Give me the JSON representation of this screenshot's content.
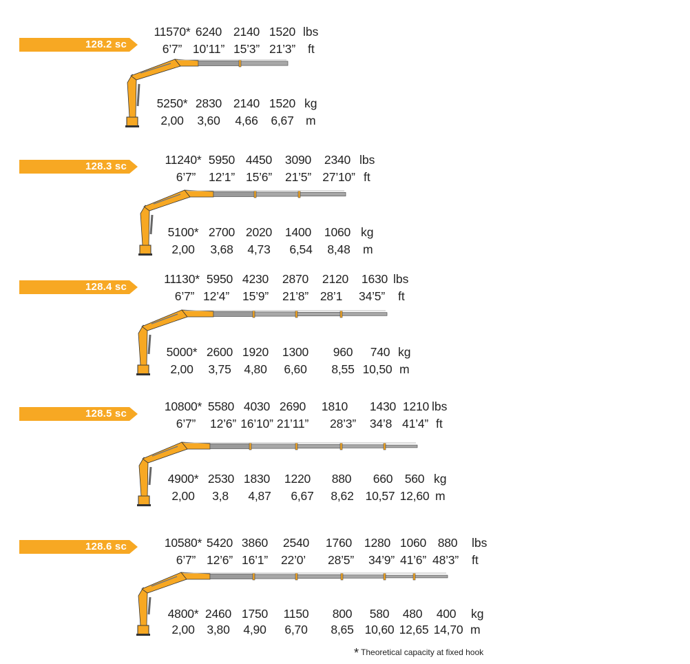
{
  "colors": {
    "accent": "#f7a823",
    "boom_gray": "#a8a8a8",
    "text": "#222222"
  },
  "footnote": {
    "marker": "*",
    "text": "Theoretical capacity at fixed hook"
  },
  "models": [
    {
      "name": "128.2 sc",
      "capacity_lbs": [
        "11570*",
        "6240",
        "2140",
        "1520"
      ],
      "reach_ft": [
        "6’7”",
        "10’11”",
        "15’3”",
        "21’3”"
      ],
      "capacity_kg": [
        "5250*",
        "2830",
        "2140",
        "1520"
      ],
      "reach_m": [
        "2,00",
        "3,60",
        "4,66",
        "6,67"
      ],
      "units": {
        "lbs": "lbs",
        "ft": "ft",
        "kg": "kg",
        "m": "m"
      }
    },
    {
      "name": "128.3 sc",
      "capacity_lbs": [
        "11240*",
        "5950",
        "4450",
        "3090",
        "2340"
      ],
      "reach_ft": [
        "6’7”",
        "12’1”",
        "15’6”",
        "21’5”",
        "27’10”"
      ],
      "capacity_kg": [
        "5100*",
        "2700",
        "2020",
        "1400",
        "1060"
      ],
      "reach_m": [
        "2,00",
        "3,68",
        "4,73",
        "6,54",
        "8,48"
      ],
      "units": {
        "lbs": "lbs",
        "ft": "ft",
        "kg": "kg",
        "m": "m"
      }
    },
    {
      "name": "128.4 sc",
      "capacity_lbs": [
        "11130*",
        "5950",
        "4230",
        "2870",
        "2120",
        "1630"
      ],
      "reach_ft": [
        "6’7”",
        "12’4”",
        "15’9”",
        "21’8”",
        "28’1",
        "34’5”"
      ],
      "capacity_kg": [
        "5000*",
        "2600",
        "1920",
        "1300",
        "960",
        "740"
      ],
      "reach_m": [
        "2,00",
        "3,75",
        "4,80",
        "6,60",
        "8,55",
        "10,50"
      ],
      "units": {
        "lbs": "lbs",
        "ft": "ft",
        "kg": "kg",
        "m": "m"
      }
    },
    {
      "name": "128.5 sc",
      "capacity_lbs": [
        "10800*",
        "5580",
        "4030",
        "2690",
        "1810",
        "1430",
        "1210"
      ],
      "reach_ft": [
        "6’7”",
        "12’6”",
        "16’10”",
        "21’11”",
        "28’3”",
        "34’8",
        "41’4”"
      ],
      "capacity_kg": [
        "4900*",
        "2530",
        "1830",
        "1220",
        "880",
        "660",
        "560"
      ],
      "reach_m": [
        "2,00",
        "3,8",
        "4,87",
        "6,67",
        "8,62",
        "10,57",
        "12,60"
      ],
      "units": {
        "lbs": "lbs",
        "ft": "ft",
        "kg": "kg",
        "m": "m"
      }
    },
    {
      "name": "128.6 sc",
      "capacity_lbs": [
        "10580*",
        "5420",
        "3860",
        "2540",
        "1760",
        "1280",
        "1060",
        "880"
      ],
      "reach_ft": [
        "6’7”",
        "12’6”",
        "16’1”",
        "22’0’",
        "28’5”",
        "34’9”",
        "41’6”",
        "48’3”"
      ],
      "capacity_kg": [
        "4800*",
        "2460",
        "1750",
        "1150",
        "800",
        "580",
        "480",
        "400"
      ],
      "reach_m": [
        "2,00",
        "3,80",
        "4,90",
        "6,70",
        "8,65",
        "10,60",
        "12,65",
        "14,70"
      ],
      "units": {
        "lbs": "lbs",
        "ft": "ft",
        "kg": "kg",
        "m": "m"
      }
    }
  ]
}
